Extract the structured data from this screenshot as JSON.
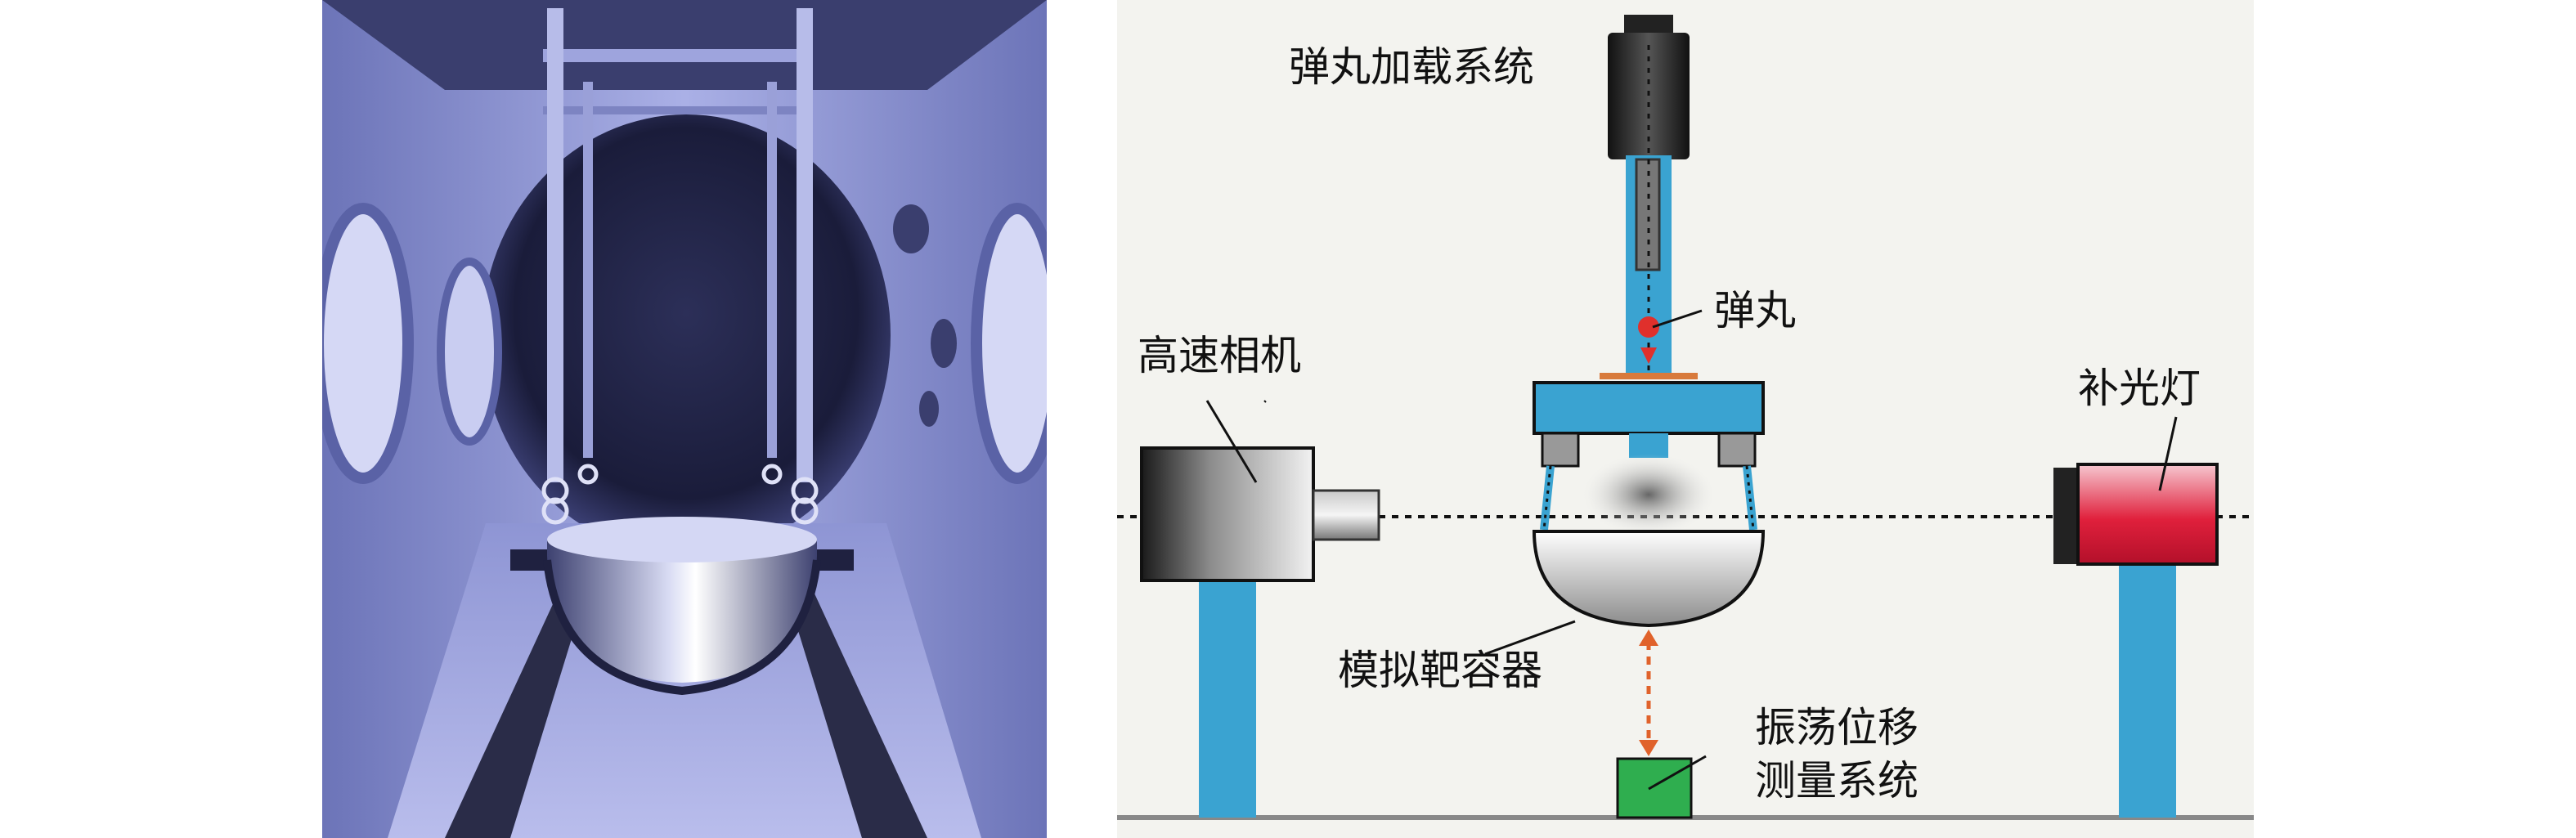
{
  "photo": {
    "icon": "vacuum-chamber-test-photo",
    "tint_color": "#7f87c9"
  },
  "diagram": {
    "background_color": "#f3f3ef",
    "labels": {
      "loading_system": "弹丸加载系统",
      "projectile": "弹丸",
      "high_speed_camera": "高速相机",
      "fill_light": "补光灯",
      "target_container": "模拟靶容器",
      "displacement_line1": "振荡位移",
      "displacement_line2": "测量系统"
    },
    "colors": {
      "support_blue": "#3aa3d1",
      "projectile_red": "#e0302c",
      "dashed_arrow": "#e0622b",
      "sensor_green": "#2fae4f",
      "lamp_red": "#e0203c"
    }
  }
}
